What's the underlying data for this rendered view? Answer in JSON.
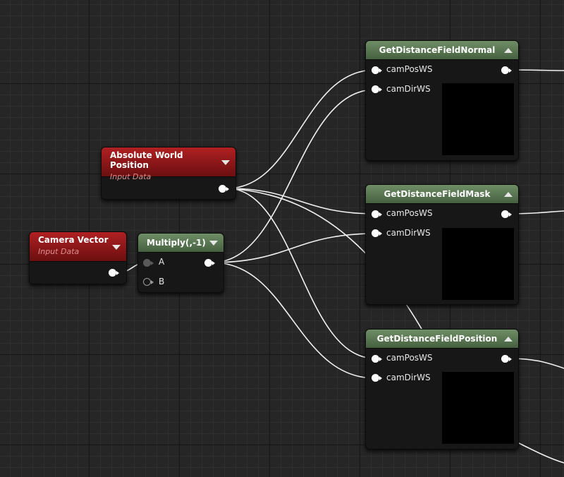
{
  "nodes": {
    "absolute_world_position": {
      "title": "Absolute World Position",
      "subtitle": "Input Data"
    },
    "camera_vector": {
      "title": "Camera Vector",
      "subtitle": "Input Data"
    },
    "multiply": {
      "title": "Multiply(,-1)",
      "pin_a": "A",
      "pin_b": "B"
    },
    "get_distance_field_normal": {
      "title": "GetDistanceFieldNormal",
      "pin_campos": "camPosWS",
      "pin_camdir": "camDirWS"
    },
    "get_distance_field_mask": {
      "title": "GetDistanceFieldMask",
      "pin_campos": "camPosWS",
      "pin_camdir": "camDirWS"
    },
    "get_distance_field_position": {
      "title": "GetDistanceFieldPosition",
      "pin_campos": "camPosWS",
      "pin_camdir": "camDirWS"
    }
  },
  "colors": {
    "input_node_header": "#b02022",
    "function_node_header": "#6f8e66",
    "wire": "#f2f2f2",
    "grid_background": "#262626"
  },
  "icons": [
    "collapse-arrow-icon",
    "expand-arrow-icon",
    "output-pin-icon",
    "input-pin-icon"
  ]
}
